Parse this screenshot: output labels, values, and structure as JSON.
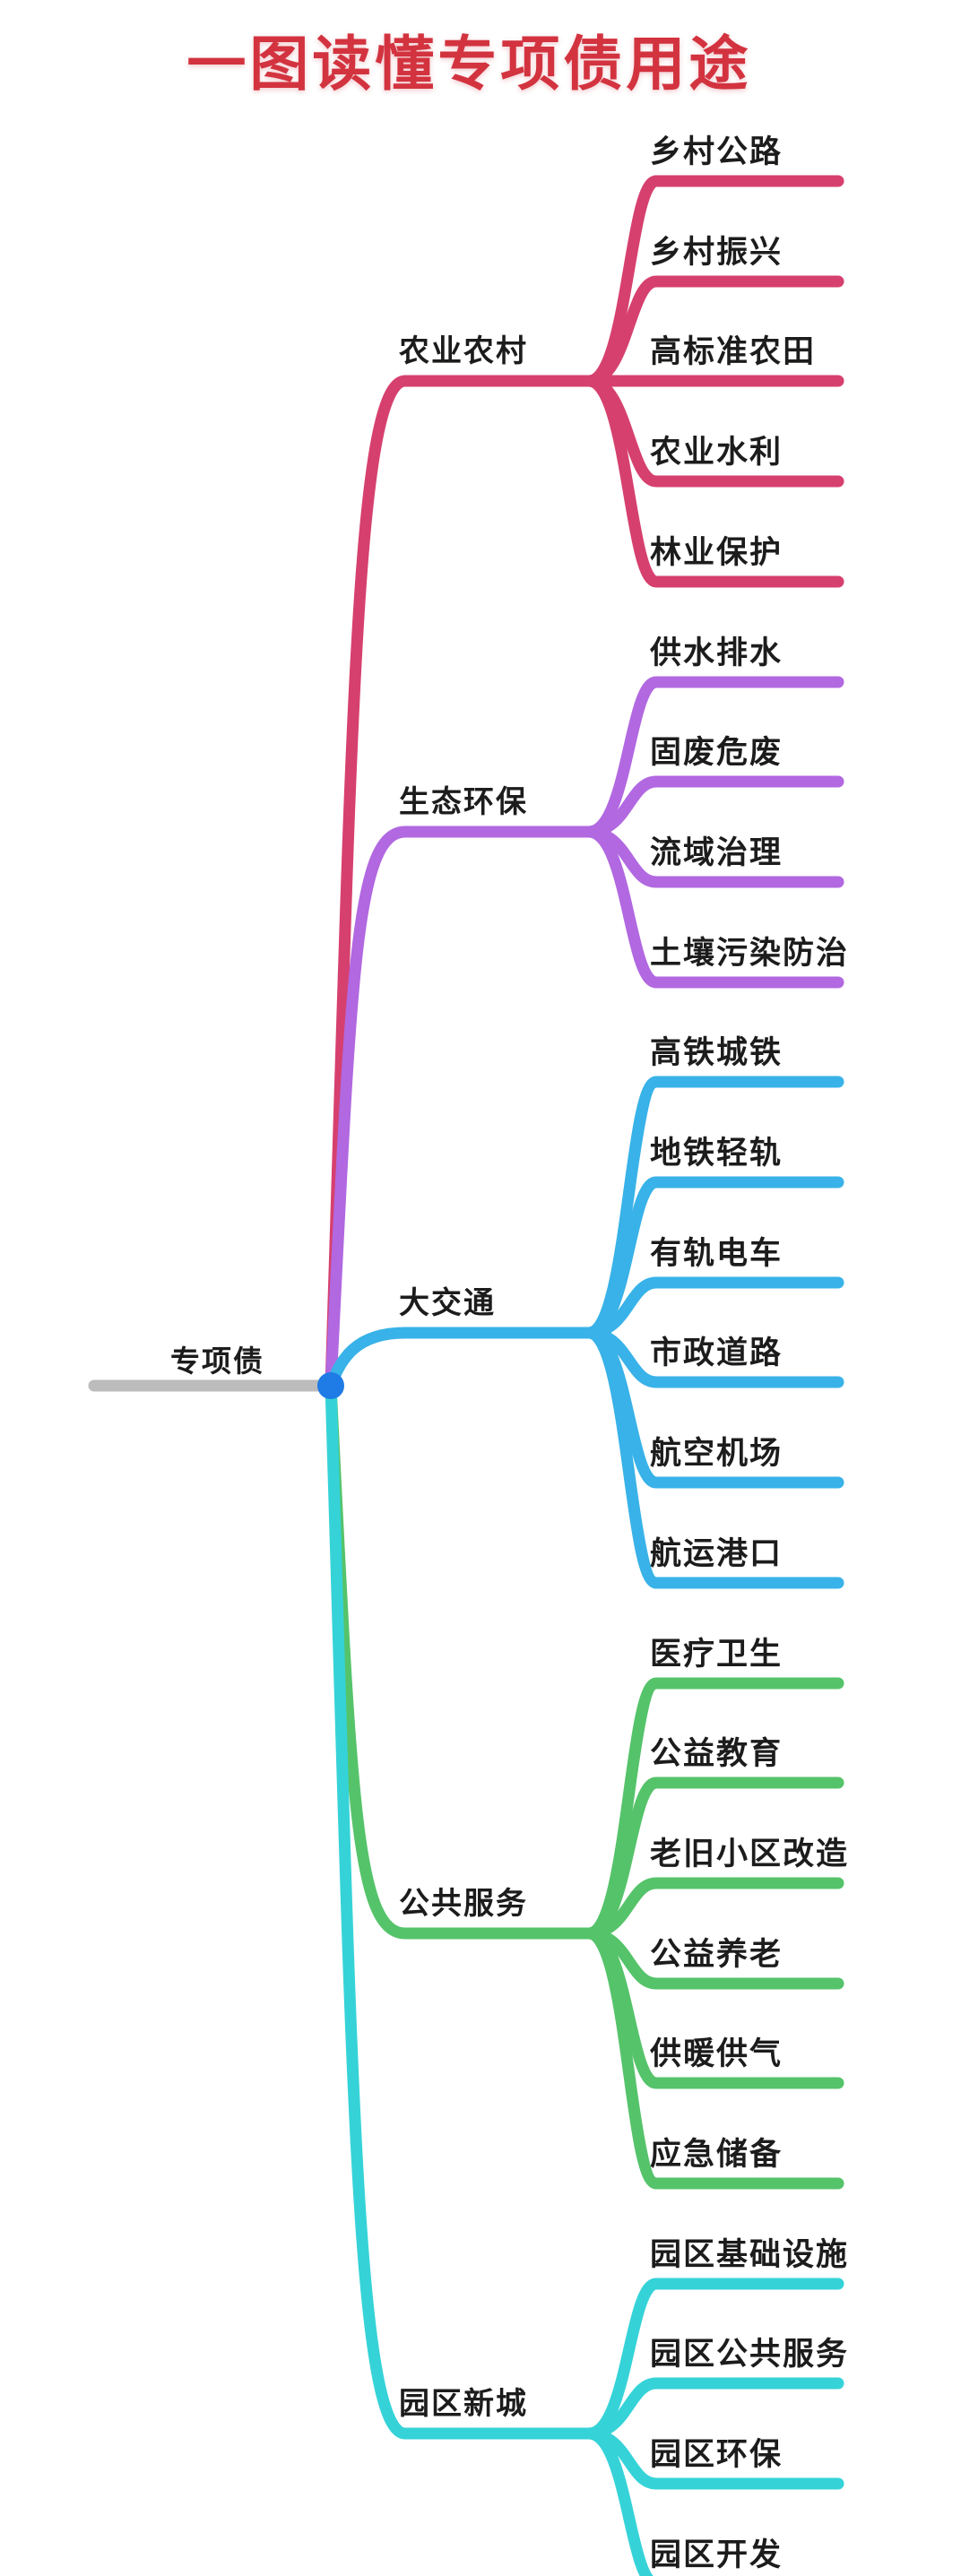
{
  "title": {
    "text": "一图读懂专项债用途",
    "color": "#d2333f"
  },
  "root": {
    "label": "专项债",
    "line_color": "#bcbcbc",
    "dot_color": "#1f7be5"
  },
  "branches": [
    {
      "label": "农业农村",
      "color": "#d6406f",
      "children": [
        {
          "label": "乡村公路"
        },
        {
          "label": "乡村振兴"
        },
        {
          "label": "高标准农田"
        },
        {
          "label": "农业水利"
        },
        {
          "label": "林业保护"
        }
      ]
    },
    {
      "label": "生态环保",
      "color": "#b168e0",
      "children": [
        {
          "label": "供水排水"
        },
        {
          "label": "固废危废"
        },
        {
          "label": "流域治理"
        },
        {
          "label": "土壤污染防治"
        }
      ]
    },
    {
      "label": "大交通",
      "color": "#38b2e8",
      "children": [
        {
          "label": "高铁城铁"
        },
        {
          "label": "地铁轻轨"
        },
        {
          "label": "有轨电车"
        },
        {
          "label": "市政道路"
        },
        {
          "label": "航空机场"
        },
        {
          "label": "航运港口"
        }
      ]
    },
    {
      "label": "公共服务",
      "color": "#55c36a",
      "children": [
        {
          "label": "医疗卫生"
        },
        {
          "label": "公益教育"
        },
        {
          "label": "老旧小区改造"
        },
        {
          "label": "公益养老"
        },
        {
          "label": "供暖供气"
        },
        {
          "label": "应急储备"
        }
      ]
    },
    {
      "label": "园区新城",
      "color": "#35d3d8",
      "children": [
        {
          "label": "园区基础设施"
        },
        {
          "label": "园区公共服务"
        },
        {
          "label": "园区环保"
        },
        {
          "label": "园区开发"
        }
      ]
    }
  ]
}
